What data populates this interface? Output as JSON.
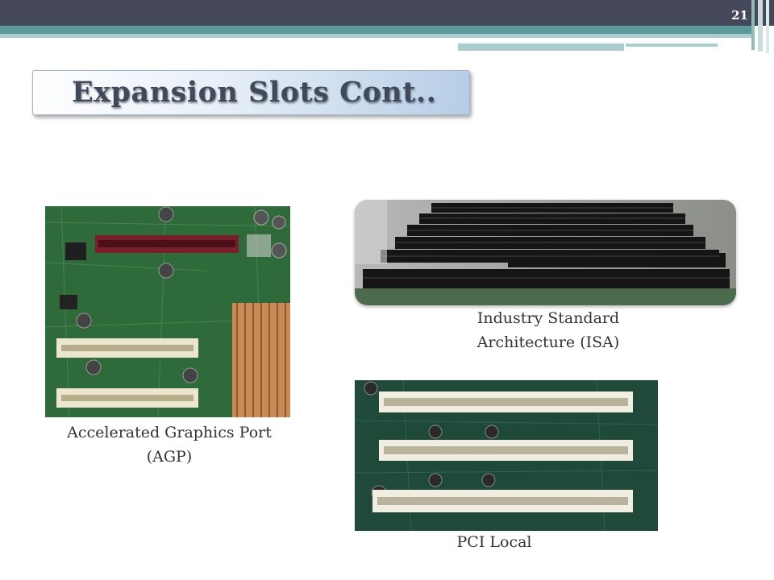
{
  "slide": {
    "number": "21",
    "title": "Expansion Slots Cont.."
  },
  "images": {
    "isa": {
      "caption_line1": "Industry Standard",
      "caption_line2": "Architecture (ISA)"
    },
    "agp": {
      "caption_line1": "Accelerated Graphics Port",
      "caption_line2": "(AGP)"
    },
    "pci": {
      "caption": "PCI Local"
    }
  },
  "colors": {
    "header_dark": "#45475a",
    "header_teal": "#5b9a9a",
    "title_text": "#3f4a5a",
    "caption_text": "#333333",
    "board_green": "#2f6b3a"
  }
}
